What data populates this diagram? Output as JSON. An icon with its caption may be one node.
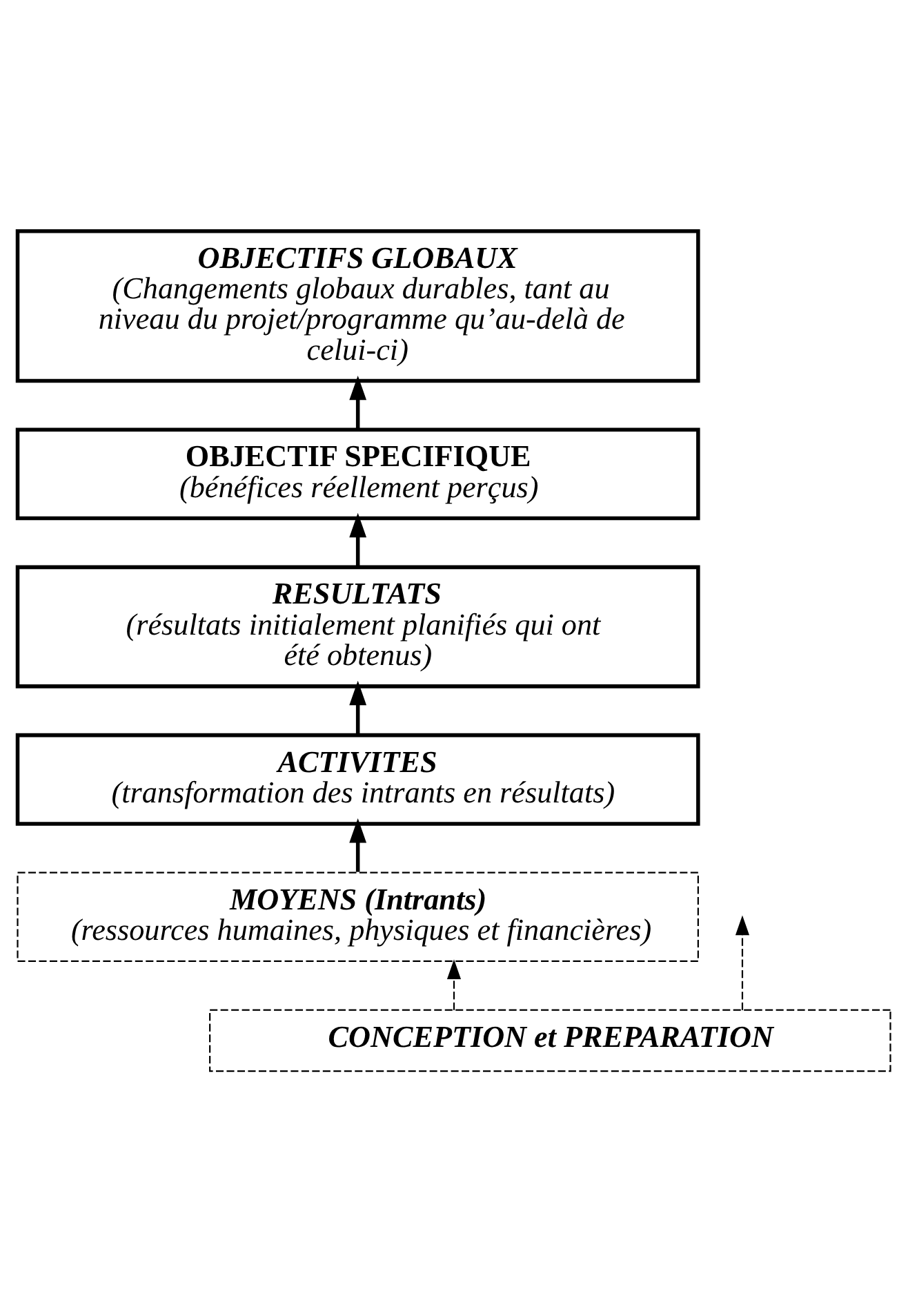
{
  "diagram": {
    "nodes": [
      {
        "text": [
          "OBJECTIFS GLOBAUX",
          "(Changements globaux durables, tant au niveau du projet/programme qu’au-delà de celui-ci)"
        ]
      },
      {
        "text": [
          "OBJECTIF SPECIFIQUE",
          "(bénéfices réellement perçus)"
        ]
      },
      {
        "text": [
          "RESULTATS",
          "(résultats initialement planifiés qui ont été obtenus)"
        ]
      },
      {
        "text": [
          "ACTIVITES",
          "(transformation des intrants en résultats)"
        ]
      },
      {
        "text": [
          "MOYENS (Intrants)",
          "(ressources humaines, physiques et financières)"
        ]
      },
      {
        "text": [
          "CONCEPTION et PREPARATION"
        ]
      }
    ],
    "edges": [
      {
        "from": 4,
        "to": 3,
        "arrow": "to"
      },
      {
        "from": 3,
        "to": 2,
        "arrow": "to"
      },
      {
        "from": 2,
        "to": 1,
        "arrow": "to"
      },
      {
        "from": 1,
        "to": 0,
        "arrow": "to"
      },
      {
        "from": 5,
        "to": 4,
        "arrow": "to",
        "style": "dashed"
      },
      {
        "from": 5,
        "to": null,
        "arrow": "to",
        "style": "dashed"
      }
    ]
  }
}
